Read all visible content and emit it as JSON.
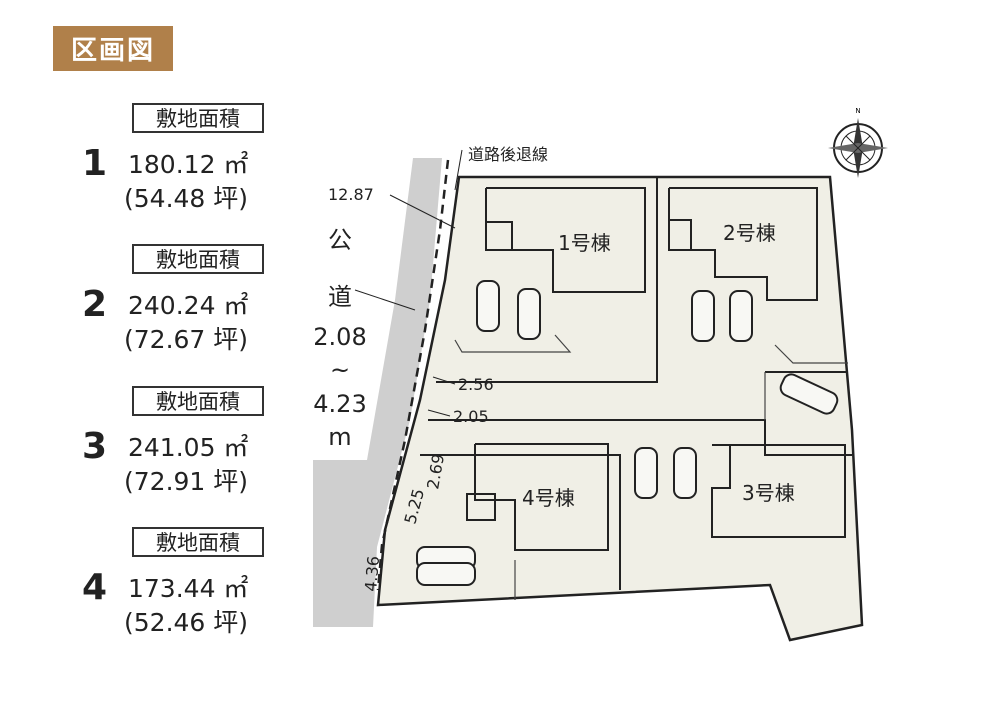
{
  "header": {
    "title": "区画図"
  },
  "lots": [
    {
      "number": "1",
      "label": "敷地面積",
      "area": "180.12 ㎡",
      "tsubo": "(54.48 坪)"
    },
    {
      "number": "2",
      "label": "敷地面積",
      "area": "240.24 ㎡",
      "tsubo": "(72.67 坪)"
    },
    {
      "number": "3",
      "label": "敷地面積",
      "area": "241.05 ㎡",
      "tsubo": "(72.91 坪)"
    },
    {
      "number": "4",
      "label": "敷地面積",
      "area": "173.44 ㎡",
      "tsubo": "(52.46 坪)"
    }
  ],
  "plan": {
    "setback_label": "道路後退線",
    "road": [
      "公",
      "道",
      "2.08",
      "~",
      "4.23",
      "m"
    ],
    "dims": {
      "d1": "12.87",
      "d2": "2.56",
      "d3": "2.05",
      "d4": "2.69",
      "d5": "5.25",
      "d6": "4.36"
    },
    "buildings": [
      "1号棟",
      "2号棟",
      "3号棟",
      "4号棟"
    ],
    "compass": "N"
  },
  "colors": {
    "header": "#b0804a",
    "lot": "#f0efe6",
    "road": "#cfcfcf"
  }
}
